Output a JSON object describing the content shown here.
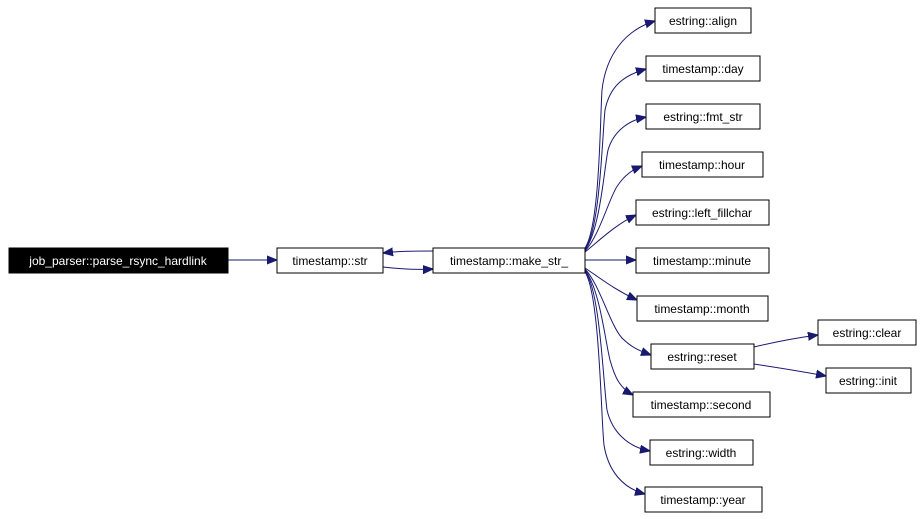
{
  "colors": {
    "edge": "#191970",
    "root_fill": "#000000",
    "root_text": "#ffffff",
    "node_fill": "#ffffff",
    "node_border": "#000000"
  },
  "nodes": {
    "root": "job_parser::parse_rsync_hardlink",
    "ts_str": "timestamp::str",
    "make_str": "timestamp::make_str_",
    "align": "estring::align",
    "day": "timestamp::day",
    "fmt_str": "estring::fmt_str",
    "hour": "timestamp::hour",
    "left_fillchar": "estring::left_fillchar",
    "minute": "timestamp::minute",
    "month": "timestamp::month",
    "reset": "estring::reset",
    "second": "timestamp::second",
    "width": "estring::width",
    "year": "timestamp::year",
    "clear": "estring::clear",
    "init": "estring::init"
  },
  "edges": [
    {
      "from": "root",
      "to": "ts_str"
    },
    {
      "from": "ts_str",
      "to": "make_str"
    },
    {
      "from": "make_str",
      "to": "ts_str"
    },
    {
      "from": "make_str",
      "to": "align"
    },
    {
      "from": "make_str",
      "to": "day"
    },
    {
      "from": "make_str",
      "to": "fmt_str"
    },
    {
      "from": "make_str",
      "to": "hour"
    },
    {
      "from": "make_str",
      "to": "left_fillchar"
    },
    {
      "from": "make_str",
      "to": "minute"
    },
    {
      "from": "make_str",
      "to": "month"
    },
    {
      "from": "make_str",
      "to": "reset"
    },
    {
      "from": "make_str",
      "to": "second"
    },
    {
      "from": "make_str",
      "to": "width"
    },
    {
      "from": "make_str",
      "to": "year"
    },
    {
      "from": "reset",
      "to": "clear"
    },
    {
      "from": "reset",
      "to": "init"
    }
  ]
}
